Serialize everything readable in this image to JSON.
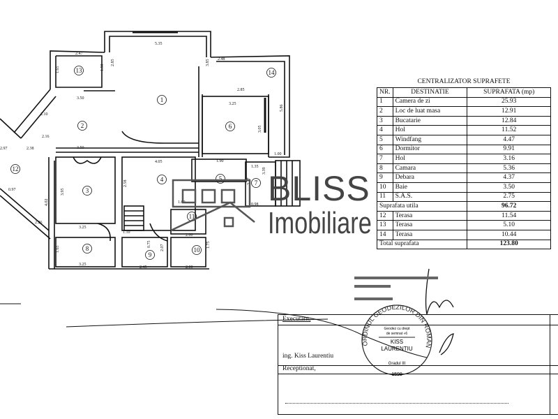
{
  "plan": {
    "rooms": [
      "1",
      "2",
      "3",
      "4",
      "5",
      "6",
      "7",
      "8",
      "9",
      "10",
      "11",
      "12",
      "13",
      "14"
    ],
    "dimensions": [
      "5.35",
      "2.47",
      "1.65",
      "1.50",
      "2.85",
      "3.85",
      "2.48",
      "2.85",
      "3.25",
      "3.05",
      "5.86",
      "3.50",
      "2.10",
      "2.16",
      "2.38",
      "3.50",
      "1.00",
      "1.35",
      "4.05",
      "1.90",
      "2.58",
      "3.95",
      "4.02",
      "2.97",
      "0.97",
      "2.26",
      "3.25",
      "1.10",
      "0.75",
      "1.65",
      "3.25",
      "2.45",
      "2.07",
      "2.00",
      "2.00",
      "1.75",
      "1.60",
      "3.17",
      "0.98",
      "3.39"
    ]
  },
  "watermark": {
    "line1": "BLISS",
    "line2": "Imobiliare",
    "color": "#555555"
  },
  "table": {
    "title": "CENTRALIZATOR SUPRAFETE",
    "headers": [
      "NR.",
      "DESTINATIE",
      "SUPRAFATA (mp)"
    ],
    "rows": [
      {
        "nr": "1",
        "name": "Camera de zi",
        "area": "25.93"
      },
      {
        "nr": "2",
        "name": "Loc de luat masa",
        "area": "12.91"
      },
      {
        "nr": "3",
        "name": "Bucatarie",
        "area": "12.84"
      },
      {
        "nr": "4",
        "name": "Hol",
        "area": "11.52"
      },
      {
        "nr": "5",
        "name": "Windfang",
        "area": "4.47"
      },
      {
        "nr": "6",
        "name": "Dormitor",
        "area": "9.91"
      },
      {
        "nr": "7",
        "name": "Hol",
        "area": "3.16"
      },
      {
        "nr": "8",
        "name": "Camara",
        "area": "5.36"
      },
      {
        "nr": "9",
        "name": "Debara",
        "area": "4.37"
      },
      {
        "nr": "10",
        "name": "Baie",
        "area": "3.50"
      },
      {
        "nr": "11",
        "name": "S.A.S.",
        "area": "2.75"
      }
    ],
    "useful_label": "Suprafata utila",
    "useful_value": "96.72",
    "terraces": [
      {
        "nr": "12",
        "name": "Terasa",
        "area": "11.54"
      },
      {
        "nr": "13",
        "name": "Terasa",
        "area": "5.10"
      },
      {
        "nr": "14",
        "name": "Terasa",
        "area": "10.44"
      }
    ],
    "total_label": "Total suprafata",
    "total_value": "123.80"
  },
  "signatures": {
    "executant_label": "Executant,",
    "engineer": "ing.  Kiss Laurentiu",
    "receptionat_label": "Receptionat,",
    "stamp": {
      "ring": "ORDINUL GEODEZILOR DIN ROMANIA",
      "line1": "Geodez cu drept",
      "line2": "de semnat «6",
      "name1": "KISS",
      "name2": "LAURENTIU",
      "grade": "Gradul III",
      "number": "1598"
    }
  }
}
